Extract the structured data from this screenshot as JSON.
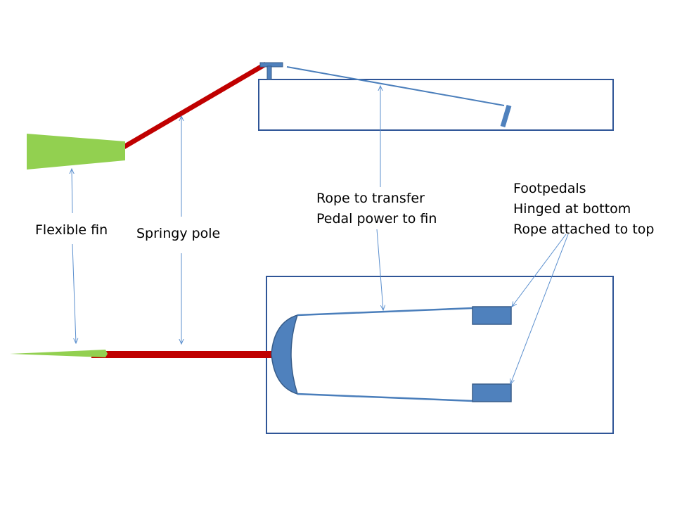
{
  "colors": {
    "pole": "#c00000",
    "fin": "#92d050",
    "boat_outline": "#2f5597",
    "rope": "#4a7ebb",
    "parts_fill": "#4f81bd",
    "parts_stroke": "#385d8a",
    "pointer": "#5b8fce"
  },
  "labels": {
    "flexible_fin": "Flexible fin",
    "springy_pole": "Springy pole",
    "rope_line1": "Rope to transfer",
    "rope_line2": "Pedal power to fin",
    "pedals_line1": "Footpedals",
    "pedals_line2": "Hinged at bottom",
    "pedals_line3": "Rope attached to top"
  }
}
